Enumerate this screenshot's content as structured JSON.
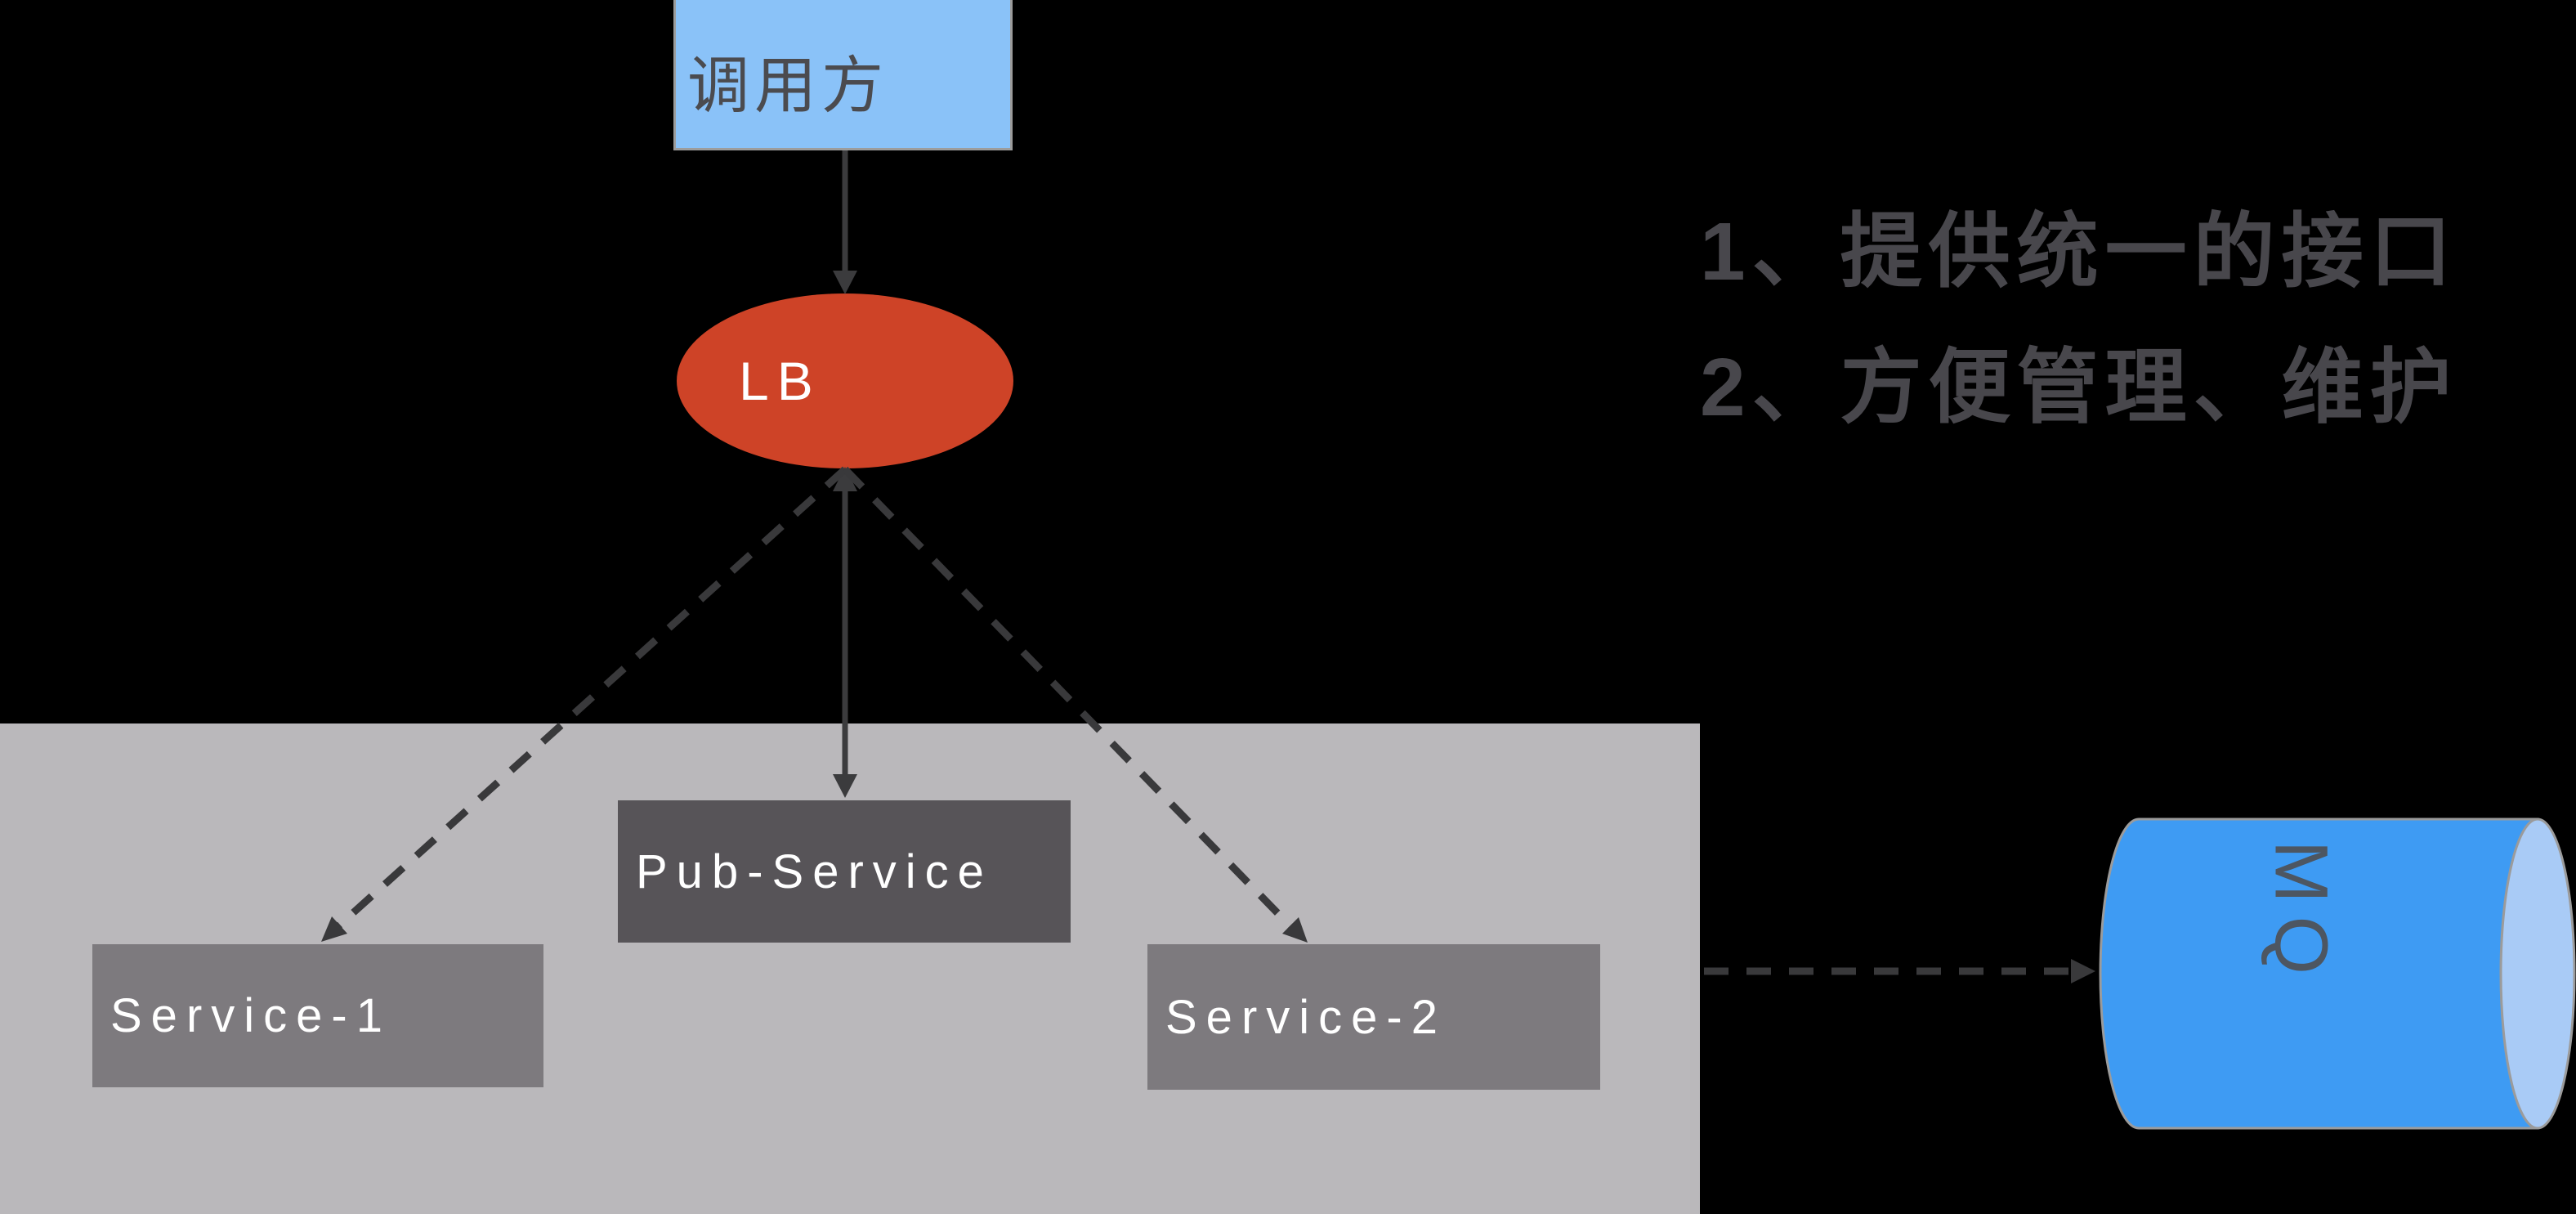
{
  "canvas": {
    "bg": "#000000"
  },
  "caller_box": {
    "label": "调用方",
    "bg": "#8AC2F8",
    "text_color": "#4B4B4F",
    "border_color": "#9C9C9C"
  },
  "lb_node": {
    "label": "LB",
    "bg": "#CE4327",
    "text_color": "#FFFFFF"
  },
  "services_panel": {
    "bg": "#BAB8BB"
  },
  "service_boxes": {
    "pub": {
      "label": "Pub-Service",
      "bg": "#575458",
      "text_color": "#FFFFFF"
    },
    "s1": {
      "label": "Service-1",
      "bg": "#7D7A7E",
      "text_color": "#FFFFFF"
    },
    "s2": {
      "label": "Service-2",
      "bg": "#7D7A7E",
      "text_color": "#FFFFFF"
    }
  },
  "mq_node": {
    "label": "MQ",
    "body_color": "#3E9BF3",
    "face_color": "#A9CBF6",
    "edge_color": "#9B9B9B",
    "text_color": "#4D5661"
  },
  "notes": {
    "color": "#48474C",
    "items": [
      {
        "text": "1、提供统一的接口"
      },
      {
        "text": "2、方便管理、维护"
      }
    ]
  },
  "connectors": {
    "solid_color": "#3B3B3D",
    "dashed_color": "#39393B"
  }
}
